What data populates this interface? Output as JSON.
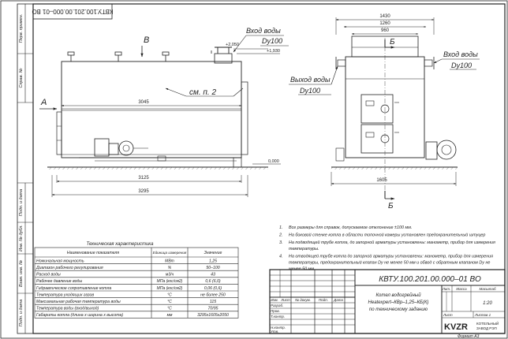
{
  "sheet": {
    "stamp_top": "КВТУ.100.201.00.000–01 ВО",
    "format": "Формат  А3",
    "side_labels": [
      "Перв. примен.",
      "Справ. №",
      "Подп. и дата",
      "Инв. № дубл.",
      "Взам. инв. №",
      "Подп. и дата",
      "Инв. № подл."
    ]
  },
  "view_left": {
    "label_B": "В",
    "label_A": "А",
    "inlet_label": "Вход воды",
    "inlet_dn": "Dy100",
    "elev_top": "+2,050",
    "elev_inlet": "+1,930",
    "elev_zero": "0,000",
    "note": "см. п. 2",
    "dim_inner": "3045",
    "dim_overall1": "3125",
    "dim_overall2": "3295"
  },
  "view_right": {
    "dim_top1": "1430",
    "dim_top2": "1260",
    "dim_top3": "960",
    "section_B_top": "Б",
    "section_B_bottom": "Б",
    "outlet_label": "Выход воды",
    "outlet_dn": "Dy100",
    "inlet_label": "Вход воды",
    "inlet_dn": "Dy100",
    "dim_bottom": "1605"
  },
  "tech": {
    "title": "Техническая характеристика",
    "headers": [
      "Наименование показателя",
      "Единица измерения",
      "Значение"
    ],
    "rows": [
      [
        "Номинальная мощность",
        "МВт",
        "1,25"
      ],
      [
        "Диапазон рабочего регулирования",
        "%",
        "50–100"
      ],
      [
        "Расход воды",
        "м3/ч",
        "43"
      ],
      [
        "Рабочее давление воды",
        "МПа (кгс/см2)",
        "0,6 (6,0)"
      ],
      [
        "Гидравлическое сопротивление котла",
        "МПа (кгс/см2)",
        "0,06 (0,6)"
      ],
      [
        "Температура уходящих газов",
        "°С",
        "не более 250"
      ],
      [
        "Максимальная рабочая температура воды",
        "°С",
        "115"
      ],
      [
        "Температура воды (вход/выход)",
        "°С",
        "70/95"
      ],
      [
        "Габариты котла (длина х ширина х высота)",
        "мм",
        "3295х1605х2050"
      ]
    ]
  },
  "notes": [
    {
      "n": "1.",
      "lines": [
        "Все размеры для справок, допускаемое отклонение  ±100 мм."
      ]
    },
    {
      "n": "2.",
      "lines": [
        "На боковой стенке котла в области топочной камеры установлен предохранительный штуцер"
      ]
    },
    {
      "n": "3.",
      "lines": [
        "На  подводящей трубе котла, до запорной арматуры установлены:  манометр, прибор для измерения",
        "температуры."
      ]
    },
    {
      "n": "4.",
      "lines": [
        "На отводящей трубе котла до запорной арматуры установлены:  манометр, прибор для измерения",
        "температуры, предохранительный клапан Dy не менее 50 мм и обвод с обратным клапаном Dy не",
        "менее 50 мм."
      ]
    }
  ],
  "title_block": {
    "code": "КВТУ.100.201.00.000–01  ВО",
    "name_lines": [
      "Котел водогрейный",
      "Heatexpert–КВр–1,25–КБ(К)",
      "по техническому заданию"
    ],
    "header_cells": [
      "Изм.",
      "Лист",
      "№ докум.",
      "Подп.",
      "Дата"
    ],
    "role_labels": [
      "Разраб.",
      "Пров.",
      "Т.контр.",
      "",
      "Н.контр.",
      "Утв."
    ],
    "lit_header": [
      "Лит.",
      "Масса",
      "Масштаб"
    ],
    "scale": "1:20",
    "sheet_label": "Лист",
    "sheets_label": "Листов  1",
    "logo_text": "KVZR",
    "company_lines": [
      "КОТЕЛЬНЫЙ",
      "ЗАВОД РЭП"
    ]
  }
}
